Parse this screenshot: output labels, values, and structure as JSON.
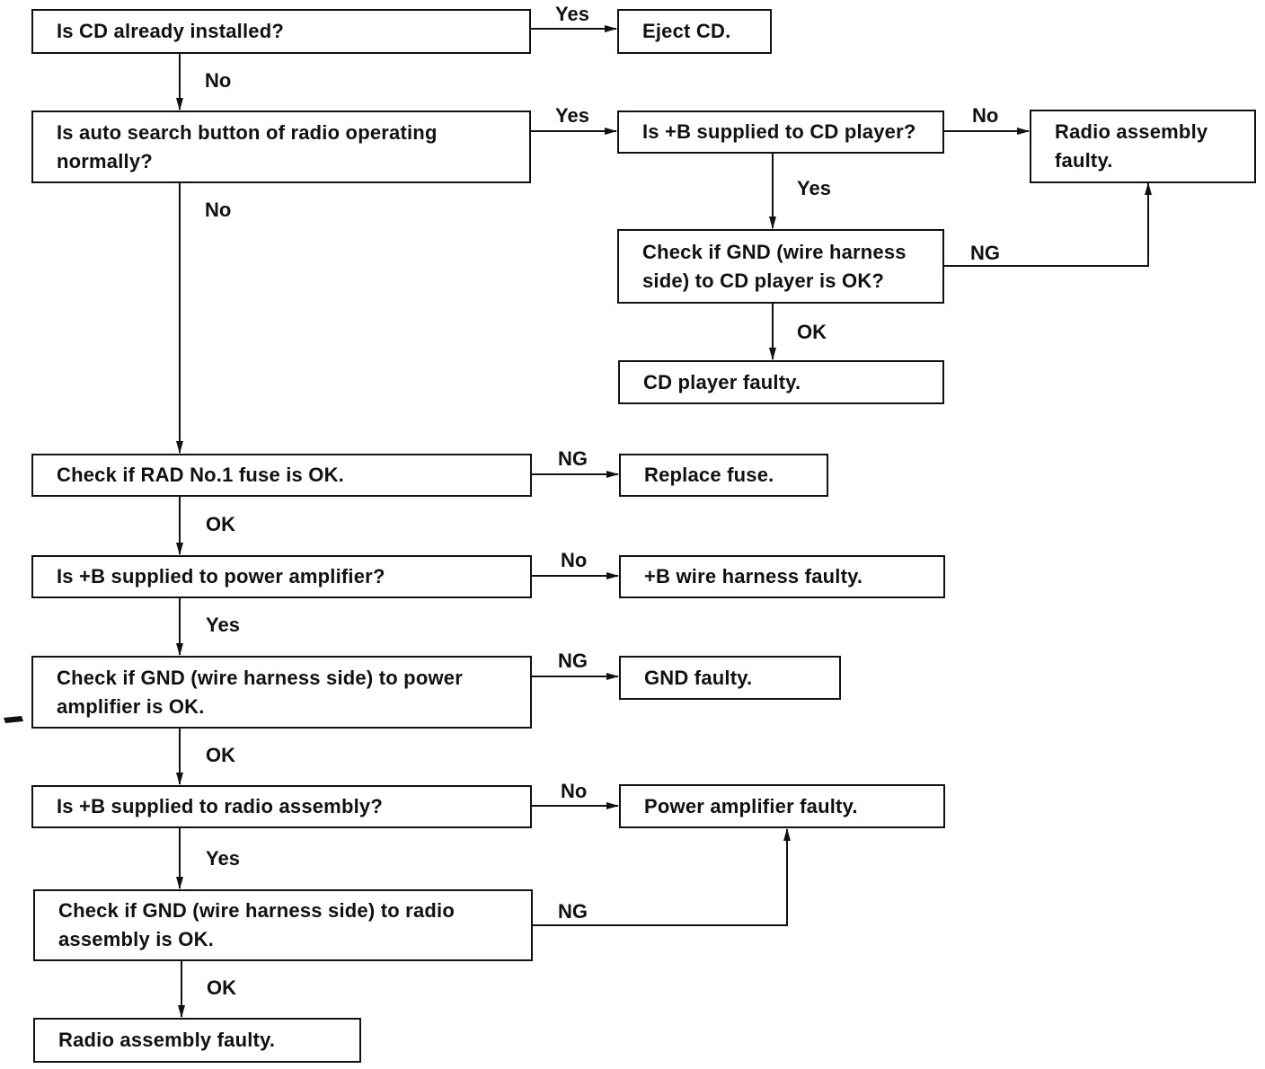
{
  "flowchart": {
    "nodes": {
      "q_cd_installed": "Is CD already installed?",
      "eject_cd": "Eject CD.",
      "q_auto_search": "Is auto search button of radio operating normally?",
      "q_b_cd_player": "Is +B supplied to CD player?",
      "radio_faulty_top": "Radio assembly faulty.",
      "q_gnd_cd_player": "Check if GND (wire harness side) to CD player is OK?",
      "cd_player_faulty": "CD player faulty.",
      "q_fuse": "Check if RAD No.1 fuse is OK.",
      "replace_fuse": "Replace fuse.",
      "q_b_power_amp": "Is +B supplied to power amplifier?",
      "b_harness_faulty": "+B wire harness faulty.",
      "q_gnd_power_amp": "Check if GND (wire harness side) to power amplifier is OK.",
      "gnd_faulty": "GND faulty.",
      "q_b_radio": "Is +B supplied to radio assembly?",
      "power_amp_faulty": "Power amplifier faulty.",
      "q_gnd_radio": "Check if GND (wire harness side) to radio assembly is OK.",
      "radio_faulty_bottom": "Radio assembly faulty."
    },
    "edge_labels": {
      "cd_installed_yes": "Yes",
      "cd_installed_no": "No",
      "auto_search_yes": "Yes",
      "auto_search_no": "No",
      "b_cd_player_no": "No",
      "b_cd_player_yes": "Yes",
      "gnd_cd_player_ng": "NG",
      "gnd_cd_player_ok": "OK",
      "fuse_ng": "NG",
      "fuse_ok": "OK",
      "b_power_amp_no": "No",
      "b_power_amp_yes": "Yes",
      "gnd_power_amp_ng": "NG",
      "gnd_power_amp_ok": "OK",
      "b_radio_no": "No",
      "b_radio_yes": "Yes",
      "gnd_radio_ng": "NG",
      "gnd_radio_ok": "OK"
    }
  }
}
